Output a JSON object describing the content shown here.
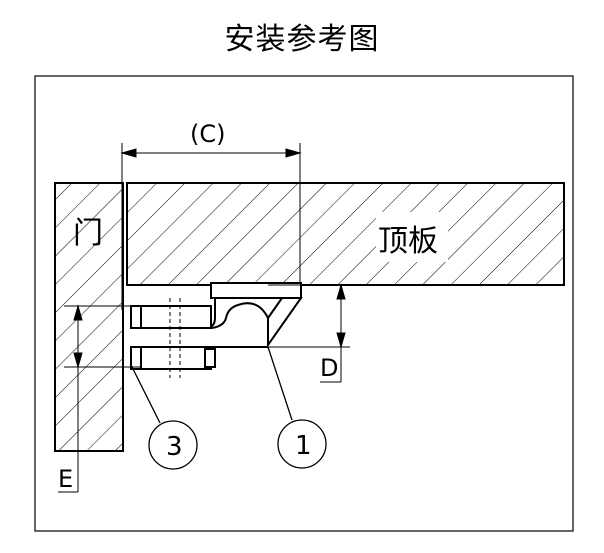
{
  "title": "安装参考图",
  "labels": {
    "door": "门",
    "top_panel": "顶板",
    "dim_c": "(C)",
    "dim_d": "D",
    "dim_e": "E",
    "callout_1": "1",
    "callout_3": "3"
  },
  "colors": {
    "line": "#000000",
    "background": "#ffffff"
  }
}
